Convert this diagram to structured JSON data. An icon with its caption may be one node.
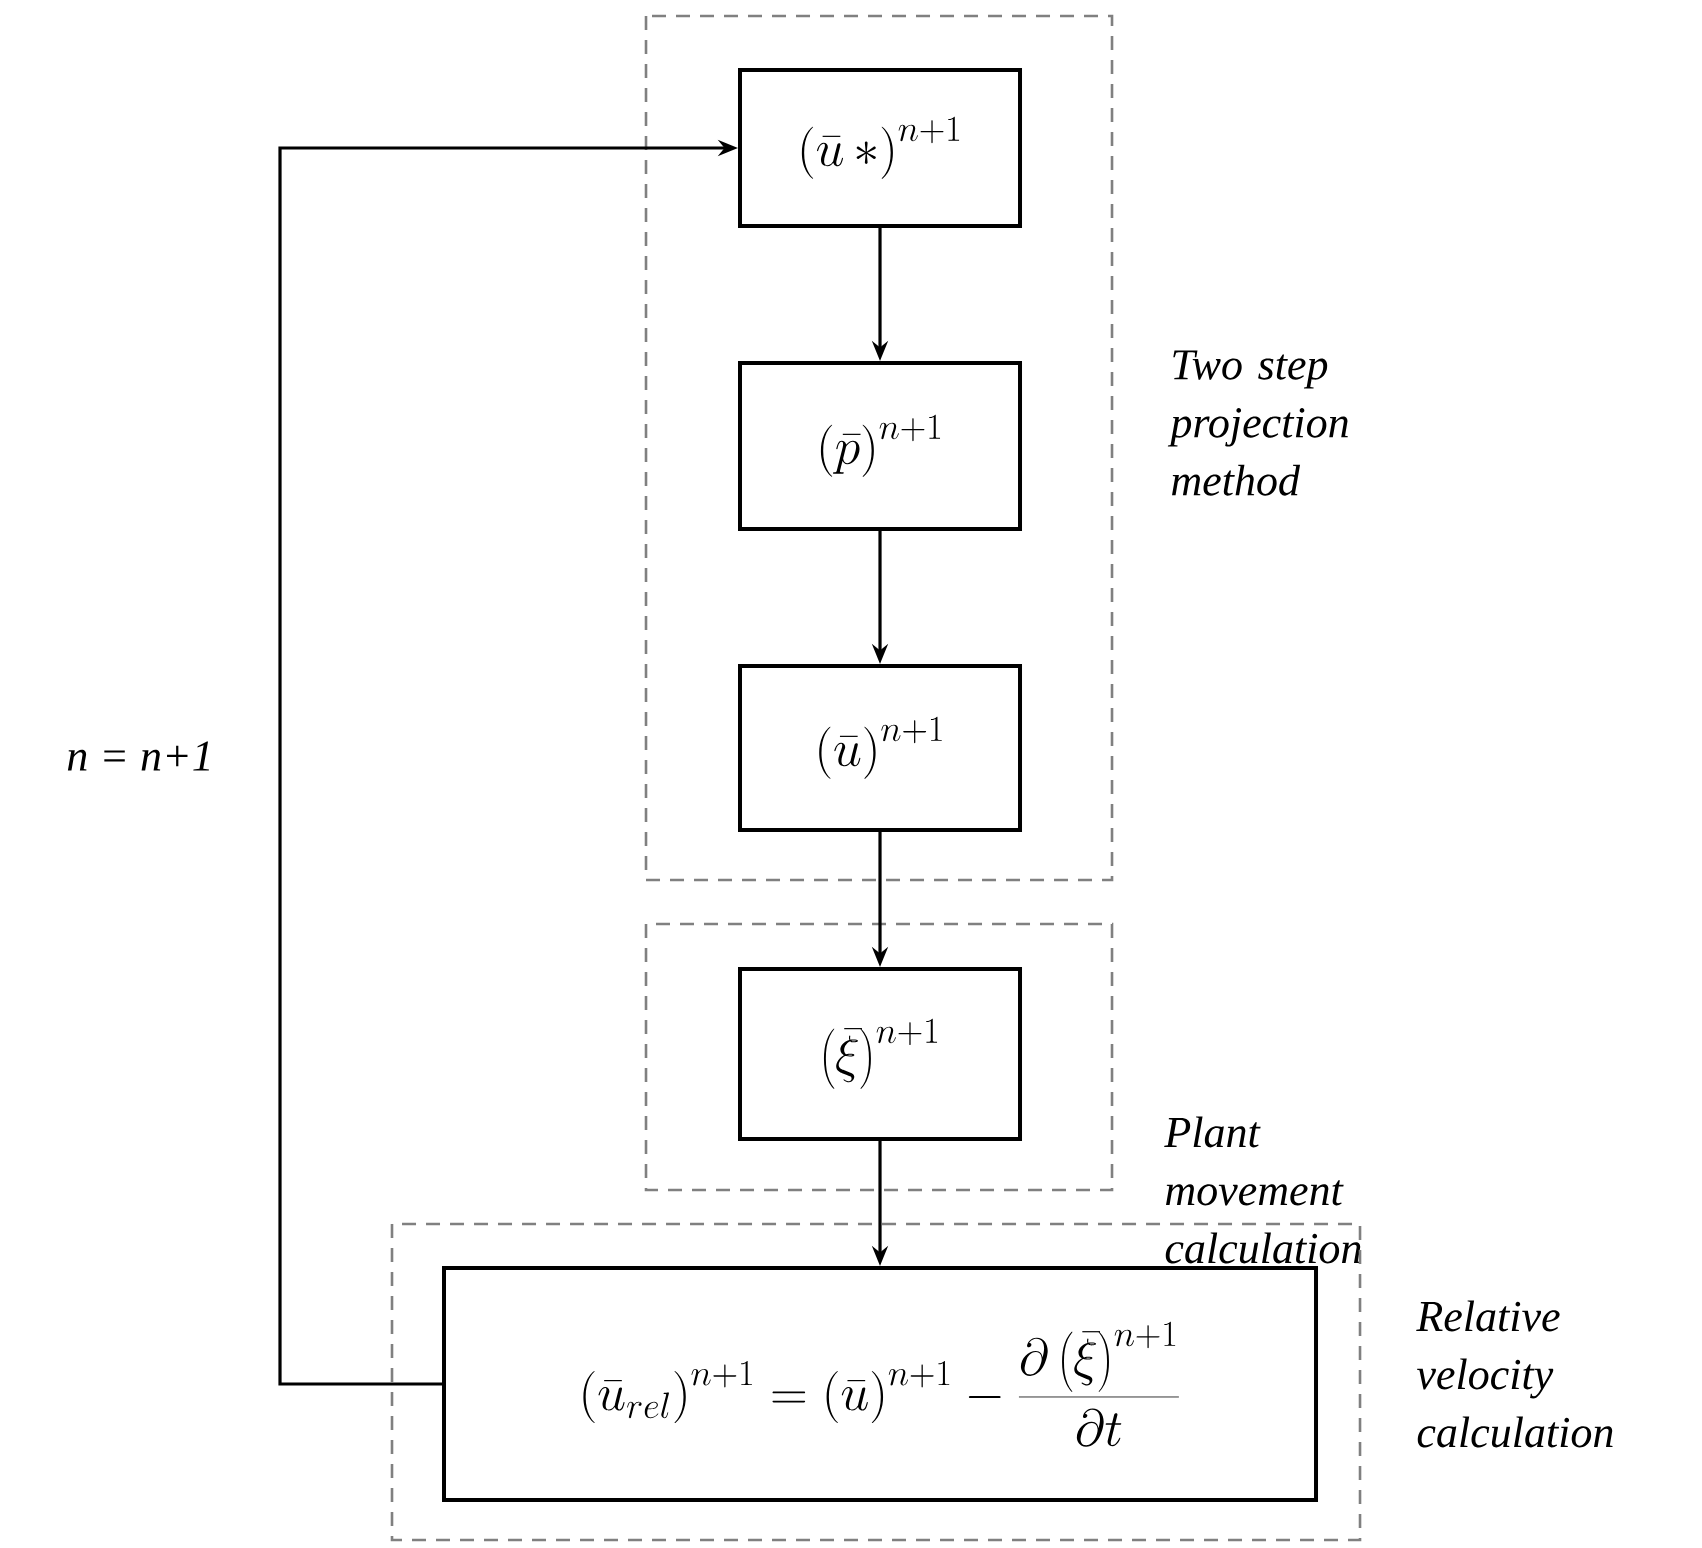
{
  "diagram": {
    "nodes": [
      {
        "text": [
          "Two step projection method"
        ]
      },
      {
        "text": [
          "\\left(\\bar{u}\\,{*}\\right)^{n+1}"
        ],
        "in": 0
      },
      {
        "text": [
          "\\left(\\bar{p}\\right)^{n+1}"
        ],
        "in": 0
      },
      {
        "text": [
          "\\left(\\bar{u}\\right)^{n+1}"
        ],
        "in": 0
      },
      {
        "text": [
          "Plant movement calculation"
        ]
      },
      {
        "text": [
          "\\left(\\bar{\\xi}\\right)^{n+1}"
        ],
        "in": 4
      },
      {
        "text": [
          "Relative velocity calculation"
        ]
      },
      {
        "text": [
          "\\left(\\bar{u}_{rel}\\right)^{n+1} = \\left(\\bar{u}\\right)^{n+1} - \\frac{\\partial\\left(\\bar{\\xi}\\right)^{n+1}}{\\partial t}"
        ],
        "in": 6
      }
    ],
    "edges": [
      {
        "from": 1,
        "to": 2,
        "arrow": "to"
      },
      {
        "from": 2,
        "to": 3,
        "arrow": "to"
      },
      {
        "from": 3,
        "to": 5,
        "arrow": "to"
      },
      {
        "from": 5,
        "to": 7,
        "arrow": "to"
      },
      {
        "from": 7,
        "to": 1,
        "arrow": "to",
        "label": "n = n+1"
      }
    ]
  }
}
